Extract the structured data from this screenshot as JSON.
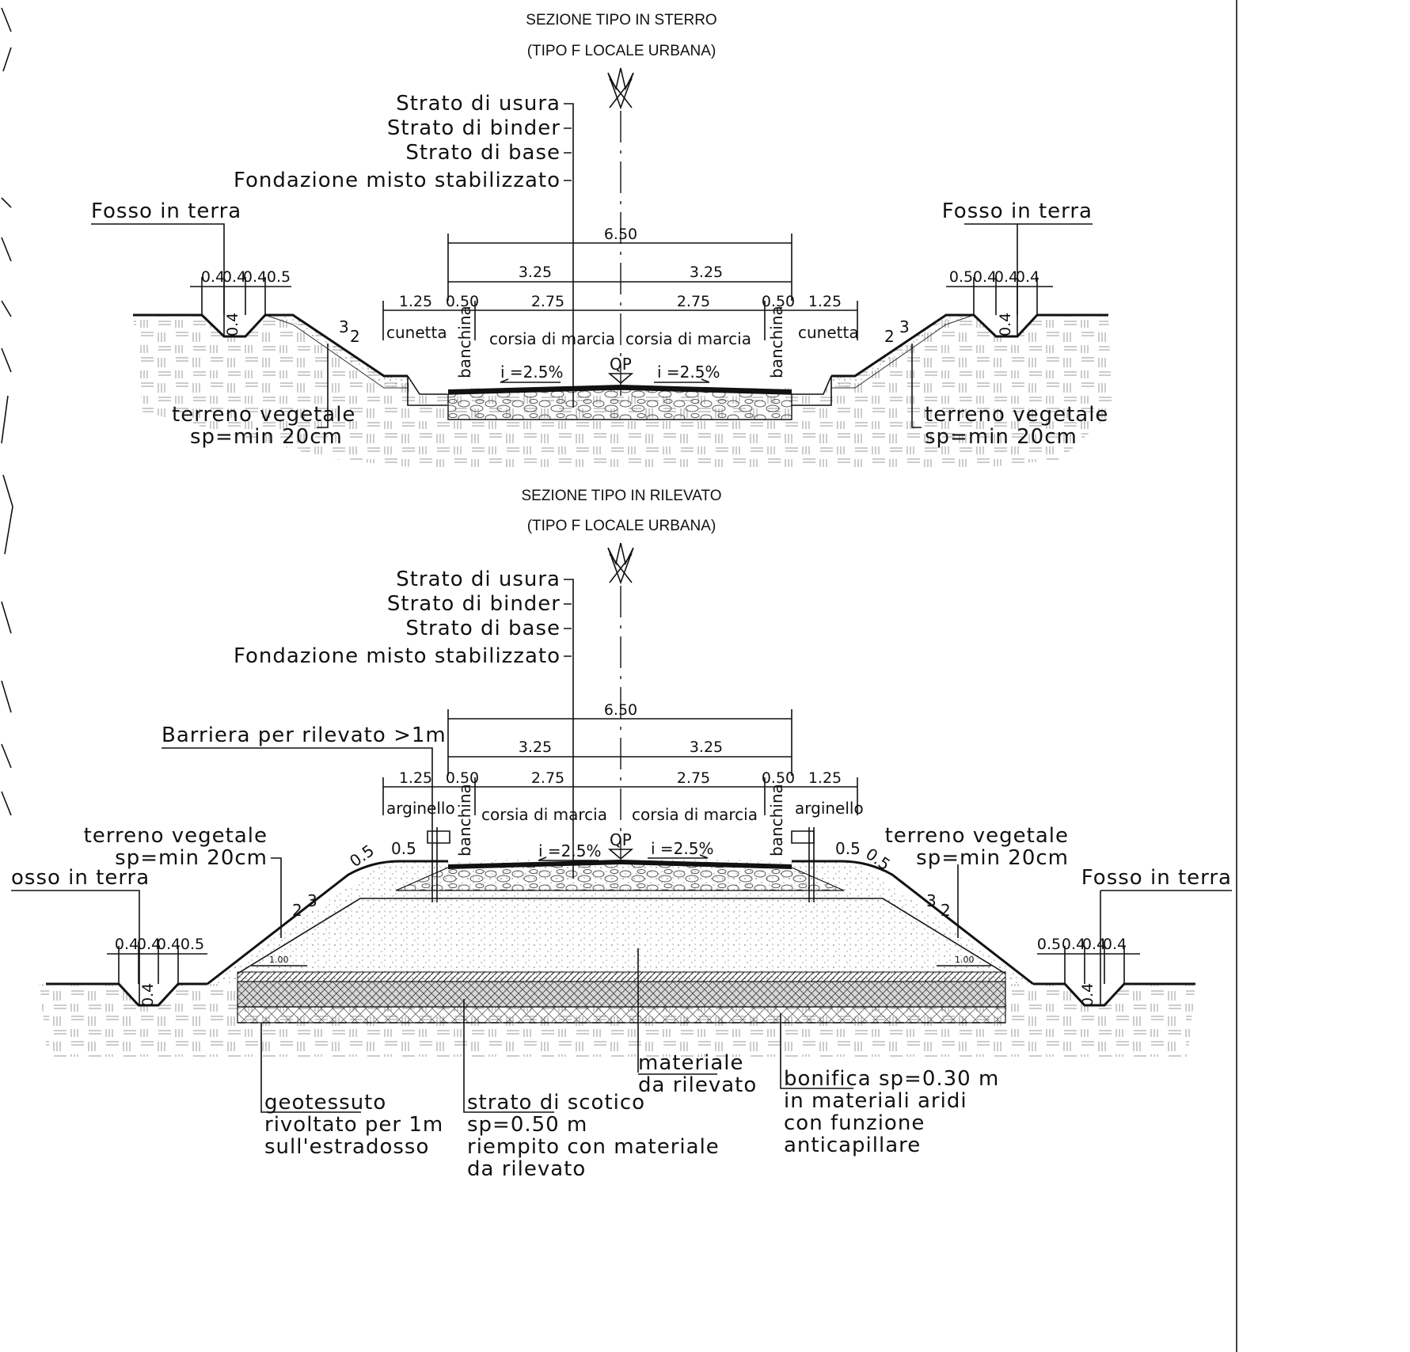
{
  "section_cut": {
    "title": "SEZIONE TIPO IN STERRO",
    "subtitle": "(TIPO F LOCALE URBANA)",
    "layers": [
      "Strato di usura",
      "Strato di binder",
      "Strato di base",
      "Fondazione misto stabilizzato"
    ],
    "ditch_left": "Fosso in terra",
    "ditch_right": "Fosso in terra",
    "ditch_dims_left": [
      "0.4",
      "0.4",
      "0.4",
      "0.5"
    ],
    "ditch_dims_right": [
      "0.5",
      "0.4",
      "0.4",
      "0.4"
    ],
    "ditch_depth": "0.4",
    "slope_h": "3",
    "slope_v": "2",
    "total_width": "6.50",
    "half_width": "3.25",
    "lane_width": "2.75",
    "shoulder_width": "0.50",
    "side_width": "1.25",
    "side_label": "cunetta",
    "shoulder_label": "banchina",
    "lane_label": "corsia di marcia",
    "crossfall": "i =2.5%",
    "axis_label": "QP",
    "topsoil_line1": "terreno vegetale",
    "topsoil_line2": "sp=min 20cm"
  },
  "section_fill": {
    "title": "SEZIONE TIPO IN RILEVATO",
    "subtitle": "(TIPO F LOCALE URBANA)",
    "layers": [
      "Strato di usura",
      "Strato di binder",
      "Strato di base",
      "Fondazione misto stabilizzato"
    ],
    "barrier_label": "Barriera per rilevato >1m",
    "total_width": "6.50",
    "half_width": "3.25",
    "lane_width": "2.75",
    "shoulder_width": "0.50",
    "side_width": "1.25",
    "side_label": "arginello",
    "shoulder_label": "banchina",
    "lane_label": "corsia di marcia",
    "crossfall": "i =2.5%",
    "axis_label": "QP",
    "berm": "0.5",
    "topsoil_line1": "terreno vegetale",
    "topsoil_line2": "sp=min 20cm",
    "ditch_left": "osso in terra",
    "ditch_right": "Fosso in terra",
    "ditch_dims_left": [
      "0.4",
      "0.4",
      "0.4",
      "0.5"
    ],
    "ditch_dims_right": [
      "0.5",
      "0.4",
      "0.4",
      "0.4"
    ],
    "ditch_depth": "0.4",
    "slope_h": "3",
    "slope_v": "2",
    "overlap": "1.00",
    "fill_material": [
      "materiale",
      "da rilevato"
    ],
    "geotextile": [
      "geotessuto",
      "rivoltato per 1m",
      "sull'estradosso"
    ],
    "stripping": [
      "strato di scotico",
      "sp=0.50 m",
      "riempito con materiale",
      "da rilevato"
    ],
    "drainage": [
      "bonifica sp=0.30 m",
      "in materiali aridi",
      "con funzione",
      "anticapillare"
    ]
  }
}
